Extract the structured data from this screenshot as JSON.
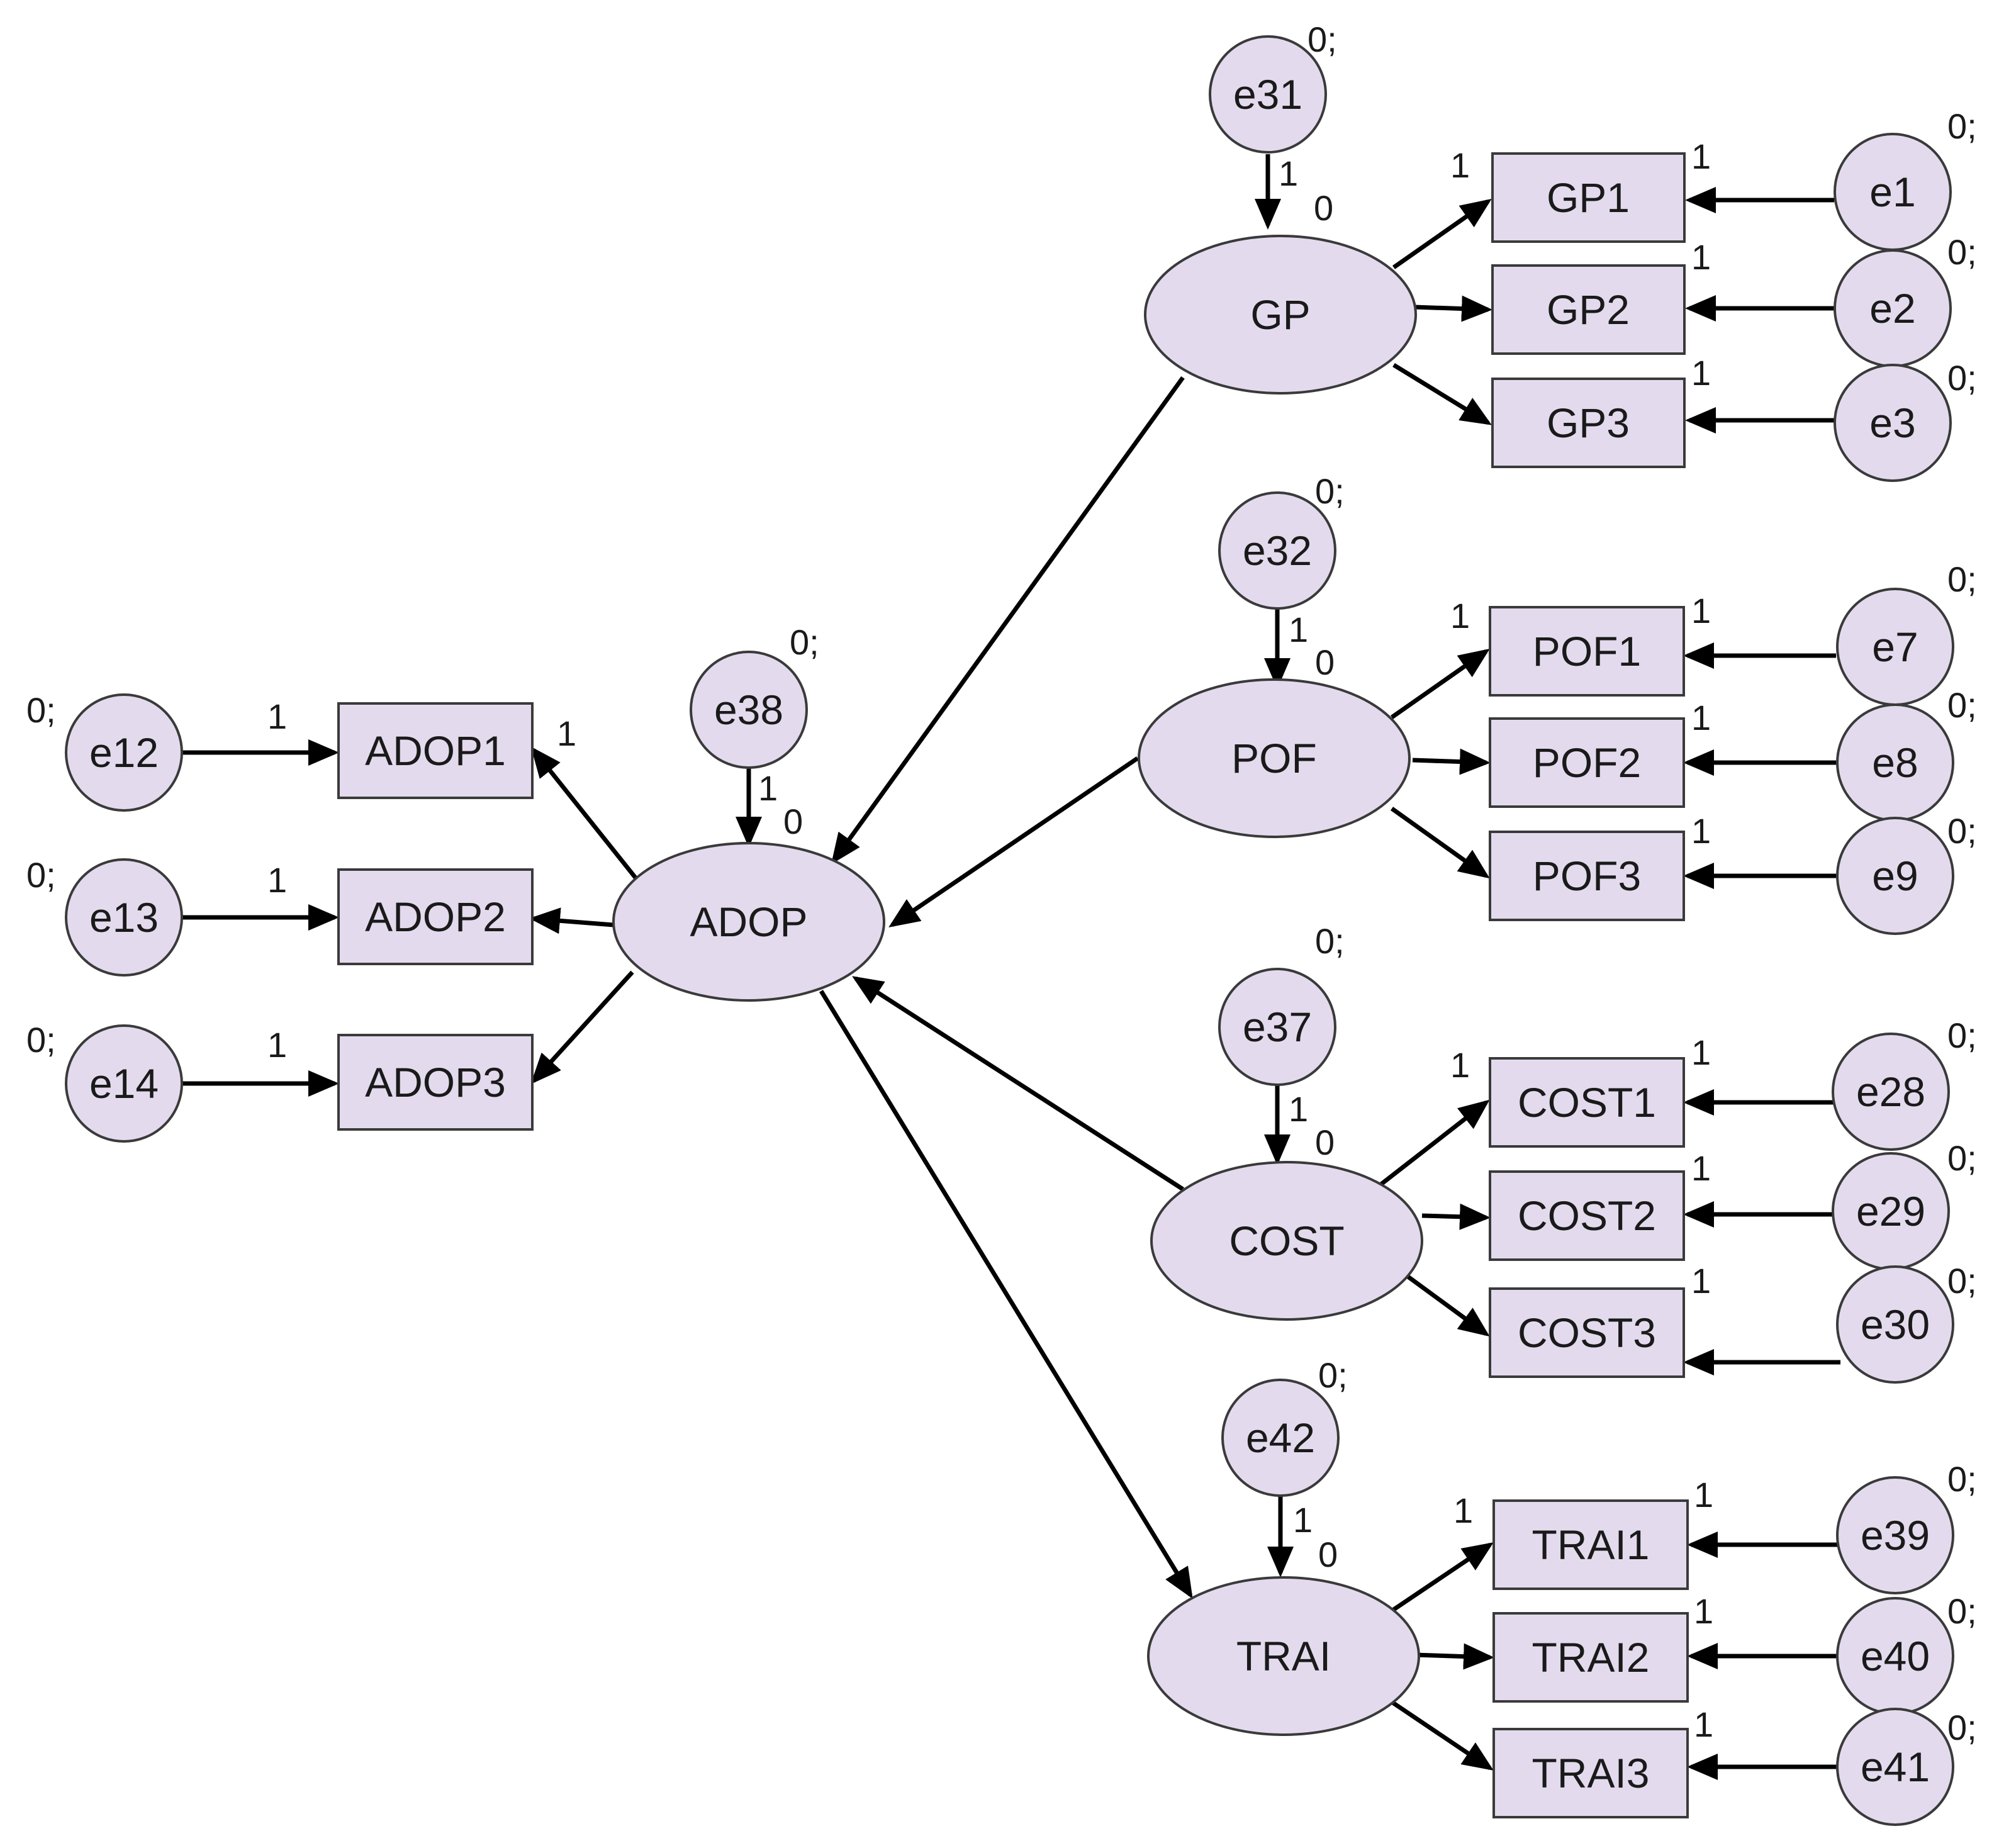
{
  "nodes": {
    "GP": "GP",
    "POF": "POF",
    "COST": "COST",
    "TRAI": "TRAI",
    "ADOP": "ADOP",
    "GP1": "GP1",
    "GP2": "GP2",
    "GP3": "GP3",
    "POF1": "POF1",
    "POF2": "POF2",
    "POF3": "POF3",
    "COST1": "COST1",
    "COST2": "COST2",
    "COST3": "COST3",
    "TRAI1": "TRAI1",
    "TRAI2": "TRAI2",
    "TRAI3": "TRAI3",
    "ADOP1": "ADOP1",
    "ADOP2": "ADOP2",
    "ADOP3": "ADOP3",
    "e31": "e31",
    "e32": "e32",
    "e37": "e37",
    "e42": "e42",
    "e38": "e38",
    "e1": "e1",
    "e2": "e2",
    "e3": "e3",
    "e7": "e7",
    "e8": "e8",
    "e9": "e9",
    "e28": "e28",
    "e29": "e29",
    "e30": "e30",
    "e39": "e39",
    "e40": "e40",
    "e41": "e41",
    "e12": "e12",
    "e13": "e13",
    "e14": "e14"
  },
  "labels": {
    "one": "1",
    "zero": "0",
    "variance": "0;"
  },
  "colors": {
    "node_fill": "#e3dbed",
    "node_stroke": "#3a3a3a",
    "edge": "#000000"
  }
}
